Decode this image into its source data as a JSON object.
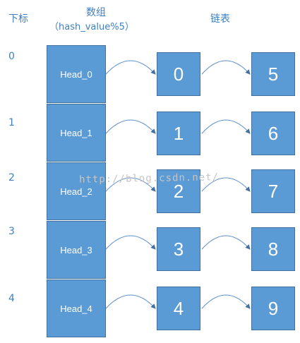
{
  "headers": {
    "index": "下标",
    "array_title": "数组",
    "array_subtitle": "（hash_value%5）",
    "list_title": "链表"
  },
  "rows": [
    {
      "index": "0",
      "head": "Head_0",
      "node1": "0",
      "node2": "5"
    },
    {
      "index": "1",
      "head": "Head_1",
      "node1": "1",
      "node2": "6"
    },
    {
      "index": "2",
      "head": "Head_2",
      "node1": "2",
      "node2": "7"
    },
    {
      "index": "3",
      "head": "Head_3",
      "node1": "3",
      "node2": "8"
    },
    {
      "index": "4",
      "head": "Head_4",
      "node1": "4",
      "node2": "9"
    }
  ],
  "watermark": "http://blog.csdn.net/",
  "colors": {
    "box": "#5b9bd5",
    "border": "#41719c",
    "text": "#3f7fc2"
  }
}
